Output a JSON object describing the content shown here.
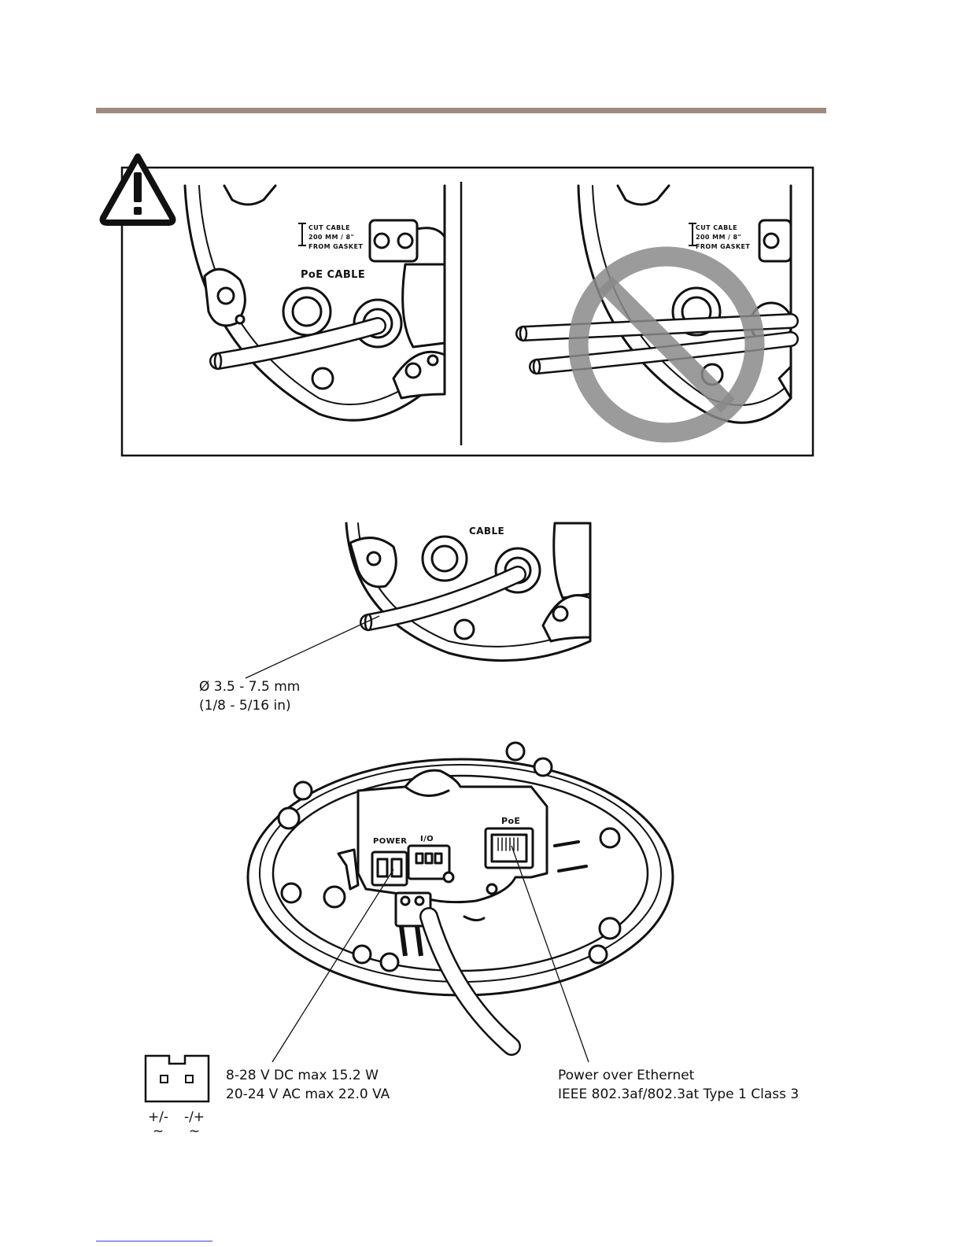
{
  "top_panel": {
    "correct": {
      "label_cut": "CUT CABLE",
      "label_len": "200 MM / 8\"",
      "label_from": "FROM GASKET",
      "label_poe": "PoE CABLE"
    },
    "incorrect": {
      "label_cut": "CUT CABLE",
      "label_len": "200 MM / 8\"",
      "label_from": "FROM GASKET"
    }
  },
  "cable_detail": {
    "top_label": "CABLE",
    "diameter_line1": "Ø 3.5 - 7.5 mm",
    "diameter_line2": "(1/8 - 5/16 in)"
  },
  "connectors": {
    "label_power": "POWER",
    "label_io": "I/O",
    "label_poe": "PoE",
    "power_spec_line1": "8-28 V DC max 15.2 W",
    "power_spec_line2": "20-24 V AC max 22.0 VA",
    "poe_spec_line1": "Power over Ethernet",
    "poe_spec_line2": "IEEE 802.3af/802.3at Type 1 Class 3",
    "pin_left": "+/-",
    "pin_right": "-/+",
    "pin_left_ac": "~",
    "pin_right_ac": "~"
  }
}
